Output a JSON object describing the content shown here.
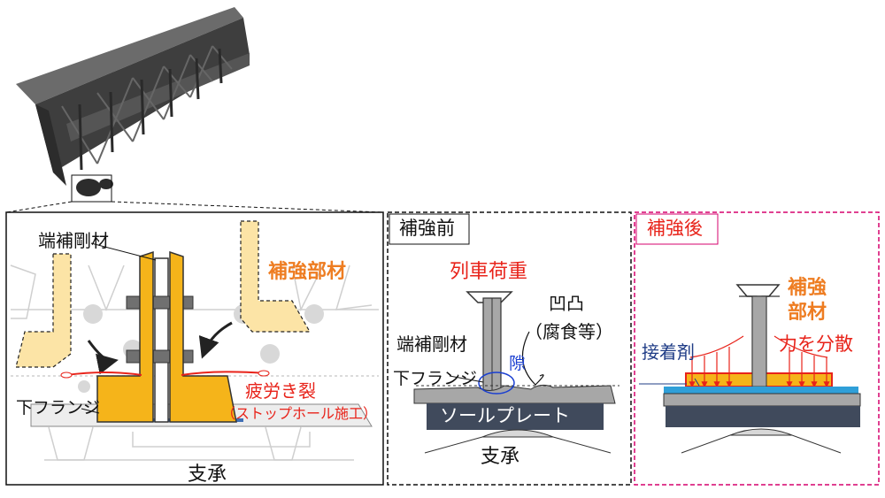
{
  "colors": {
    "orange_member": "#f5b41a",
    "orange_text": "#ee7d22",
    "red": "#e8231a",
    "blue_text": "#1a3fd1",
    "adhesive_blue": "#2f9fd8",
    "sole_plate": "#404a5c",
    "steel_gray": "#a7a7a7",
    "after_frame": "#d6006d"
  },
  "left_panel": {
    "end_stiffener": "端補剛材",
    "reinforcement": "補強部材",
    "lower_flange": "下フランジ",
    "fatigue_crack": "疲労き裂",
    "stop_hole": "（ストップホール施工）",
    "bearing": "支承"
  },
  "before_panel": {
    "title": "補強前",
    "train_load": "列車荷重",
    "unevenness_1": "凹凸",
    "unevenness_2": "（腐食等）",
    "end_stiffener": "端補剛材",
    "lower_flange": "下フランジ",
    "gap": "隙",
    "sole_plate": "ソールプレート",
    "bearing": "支承"
  },
  "after_panel": {
    "title": "補強後",
    "reinforcement_1": "補強",
    "reinforcement_2": "部材",
    "adhesive": "接着剤",
    "distribute": "力を分散"
  }
}
